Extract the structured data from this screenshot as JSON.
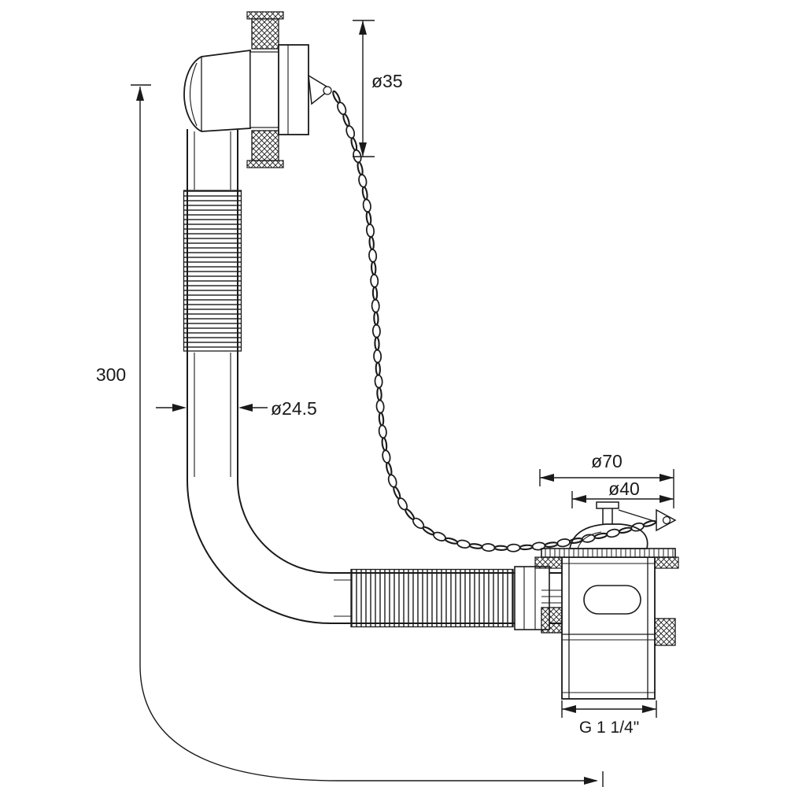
{
  "page": {
    "background": "#ffffff",
    "line_color": "#1a1a1a"
  },
  "diagram": {
    "labels": {
      "overflow_height": "ø35",
      "hose_length": "300",
      "hose_diameter": "ø24.5",
      "waste_flange_diameter": "ø70",
      "waste_plug_diameter": "ø40",
      "outlet_thread": "G 1 1/4\""
    }
  }
}
